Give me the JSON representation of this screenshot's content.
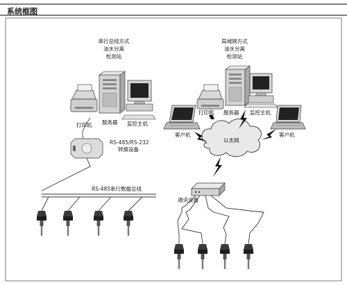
{
  "header": {
    "title": "系统框图"
  },
  "left_station": {
    "title_lines": [
      "串行总线方式",
      "油水分离",
      "检测站"
    ],
    "printer": "打印机",
    "server": "服务器",
    "monitor_host": "监控主机",
    "converter": "RS-485/RS-232",
    "converter_sub": "转换设备",
    "bus": "RS-485串行数据总线",
    "sensor_count": 4
  },
  "right_station": {
    "title_lines": [
      "局域网方式",
      "油水分离",
      "检测站"
    ],
    "printer": "打印机",
    "server": "服务器",
    "monitor_host": "监控主机",
    "client_left": "客户机",
    "client_right": "客户机",
    "network": "以太网",
    "comm_device": "通讯设备",
    "sensor_count": 4
  },
  "colors": {
    "line": "#333333",
    "frame": "#555555",
    "equipment": "#d8d8d8",
    "screen": "#222222"
  }
}
